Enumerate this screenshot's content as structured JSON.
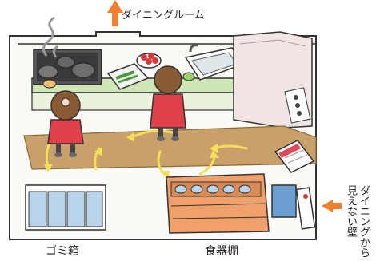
{
  "labels": {
    "dining_room": "ダイニングルーム",
    "trash": "ゴミ箱",
    "dish_shelf": "食器棚",
    "wall_line1": "ダイニングから",
    "wall_line2": "見えない壁"
  },
  "colors": {
    "floor": "#c9a06a",
    "counter_green": "#cfe6b5",
    "arrow_orange": "#f08030",
    "shelf_orange": "#f0a06a",
    "dress_red": "#e0404a",
    "hair_brown": "#8a5a34",
    "bin_blue": "#b9d3ea",
    "flow_yellow": "#f3df5a"
  }
}
